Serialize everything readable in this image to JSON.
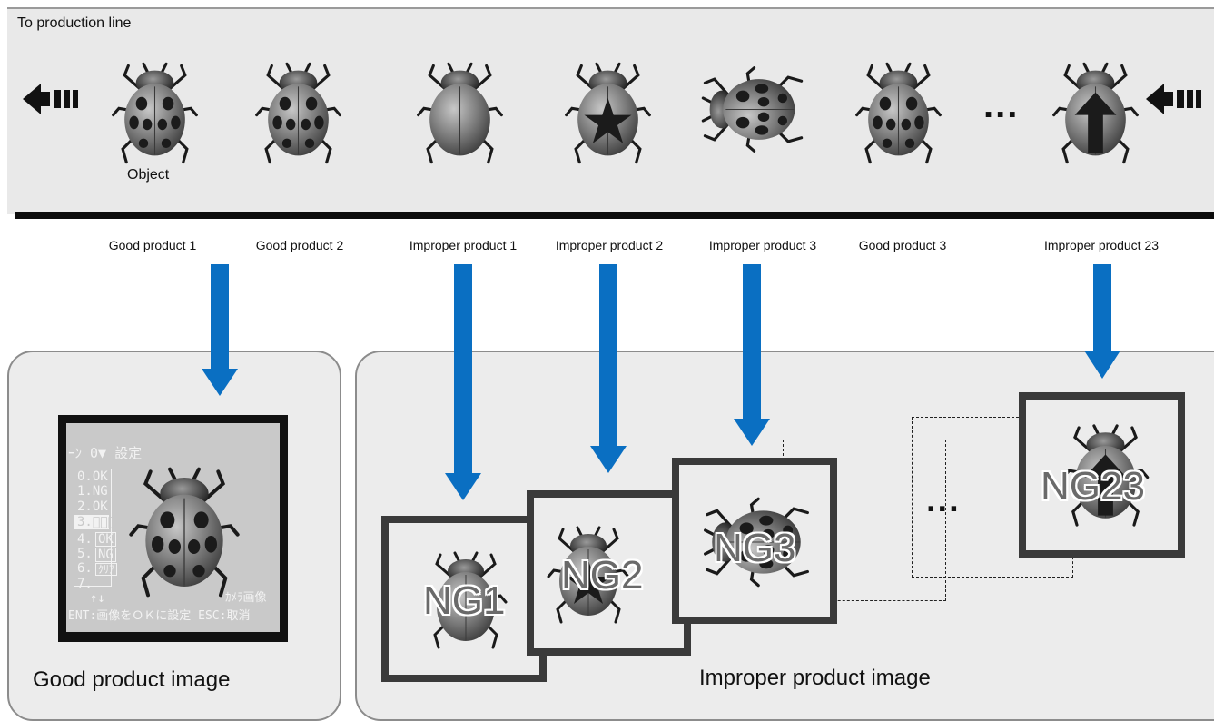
{
  "production_line": {
    "title": "To production line",
    "object_label": "Object",
    "ellipsis": "...",
    "items": [
      {
        "label": "Good product 1",
        "pattern": "spots"
      },
      {
        "label": "Good product 2",
        "pattern": "spots"
      },
      {
        "label": "Improper product 1",
        "pattern": "plain"
      },
      {
        "label": "Improper product 2",
        "pattern": "star"
      },
      {
        "label": "Improper product 3",
        "pattern": "spots-rotated"
      },
      {
        "label": "Good product 3",
        "pattern": "spots"
      },
      {
        "label": "Improper product 23",
        "pattern": "arrow"
      }
    ]
  },
  "good_panel": {
    "caption": "Good product image",
    "screen": {
      "header": "ｰﾝ 0▼ 設定",
      "list": [
        "0.OK",
        "1.NG",
        "2.OK",
        "3.ﾞﾞﾞ",
        "4.",
        "5.",
        "6.",
        "7."
      ],
      "side_buttons": [
        "OK",
        "NG",
        "ｸﾘｱ"
      ],
      "arrows": "↑↓",
      "camera_label": "ｶﾒﾗ画像",
      "footer": "ENT:画像をＯＫに設定 ESC:取消"
    }
  },
  "ng_panel": {
    "caption": "Improper product image",
    "ellipsis": "...",
    "images": [
      "NG1",
      "NG2",
      "NG3",
      "NG23"
    ]
  },
  "colors": {
    "arrow": "#0a6fc2",
    "panel": "#ececec",
    "frame": "#3a3a3a",
    "line_panel": "#e9e9e9"
  },
  "icons": {
    "flow_left": "triple-bar-left-arrow-icon",
    "bug": "ladybug-icon"
  }
}
